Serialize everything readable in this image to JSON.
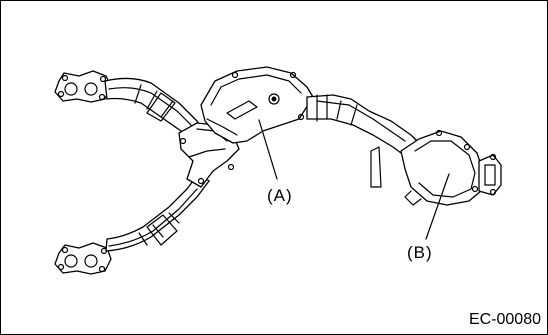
{
  "diagram": {
    "labels": {
      "a": "(A)",
      "b": "(B)"
    },
    "figure_code": "EC-00080"
  }
}
